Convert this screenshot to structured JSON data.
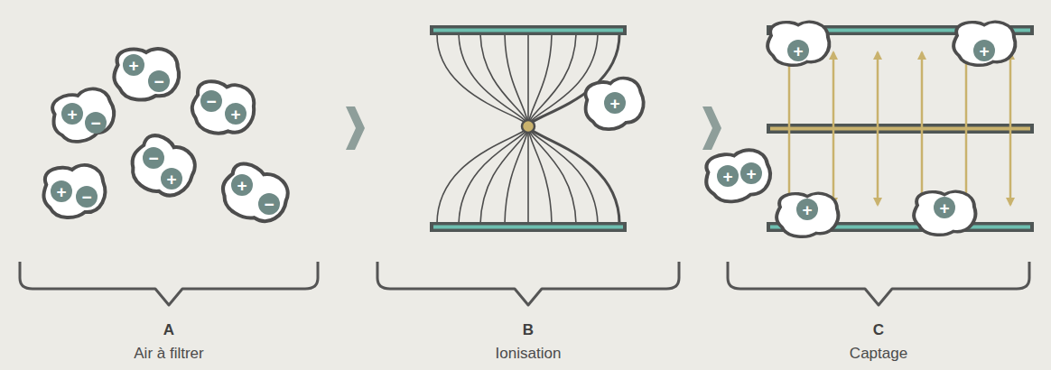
{
  "diagram": {
    "nodes": [
      {
        "text": [
          "+"
        ]
      },
      {
        "text": [
          "−"
        ]
      },
      {
        "text": [
          "+"
        ]
      },
      {
        "text": [
          "−"
        ]
      },
      {
        "text": [
          "−"
        ]
      },
      {
        "text": [
          "+"
        ]
      },
      {
        "text": [
          "−"
        ]
      },
      {
        "text": [
          "+"
        ]
      },
      {
        "text": [
          "+"
        ]
      },
      {
        "text": [
          "−"
        ]
      },
      {
        "text": [
          "+"
        ]
      },
      {
        "text": [
          "−"
        ]
      },
      {
        "text": [
          "+"
        ]
      },
      {
        "text": [
          "+"
        ]
      },
      {
        "text": [
          "+"
        ]
      },
      {
        "text": [
          "+"
        ]
      },
      {
        "text": [
          "+"
        ]
      },
      {
        "text": [
          "+"
        ]
      },
      {
        "text": [
          "+"
        ]
      }
    ],
    "labels": [
      "A",
      "Air à filtrer",
      "B",
      "Ionisation",
      "C",
      "Captage"
    ]
  }
}
